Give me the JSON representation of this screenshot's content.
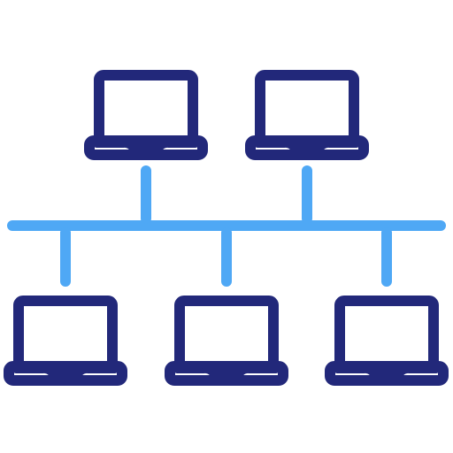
{
  "icon": {
    "name": "network-topology-icon",
    "colors": {
      "device_stroke": "#22287A",
      "connection_stroke": "#4FA8F5",
      "background": "#FFFFFF"
    },
    "laptops": [
      {
        "name": "laptop-top-left-icon"
      },
      {
        "name": "laptop-top-right-icon"
      },
      {
        "name": "laptop-bottom-left-icon"
      },
      {
        "name": "laptop-bottom-center-icon"
      },
      {
        "name": "laptop-bottom-right-icon"
      }
    ],
    "connections": {
      "bus": {
        "name": "network-bus-line"
      },
      "up_links": [
        {
          "name": "uplink-top-left"
        },
        {
          "name": "uplink-top-right"
        }
      ],
      "down_links": [
        {
          "name": "downlink-bottom-left"
        },
        {
          "name": "downlink-bottom-center"
        },
        {
          "name": "downlink-bottom-right"
        }
      ]
    }
  }
}
